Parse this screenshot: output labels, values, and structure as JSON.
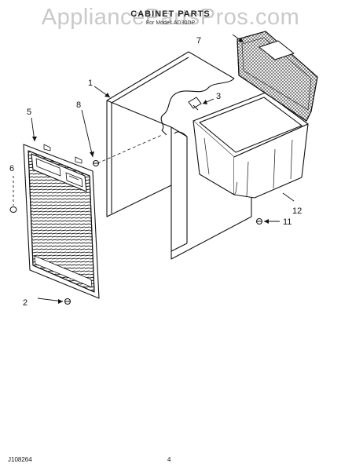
{
  "watermark": "AppliancePartsPros.com",
  "title": "CABINET PARTS",
  "subtitle": "For Model: AD30DP",
  "callouts": {
    "c1": "1",
    "c2": "2",
    "c3": "3",
    "c5": "5",
    "c6": "6",
    "c7": "7",
    "c8": "8",
    "c11": "11",
    "c12": "12"
  },
  "footer": {
    "part_code": "J108264",
    "page_number": "4"
  }
}
